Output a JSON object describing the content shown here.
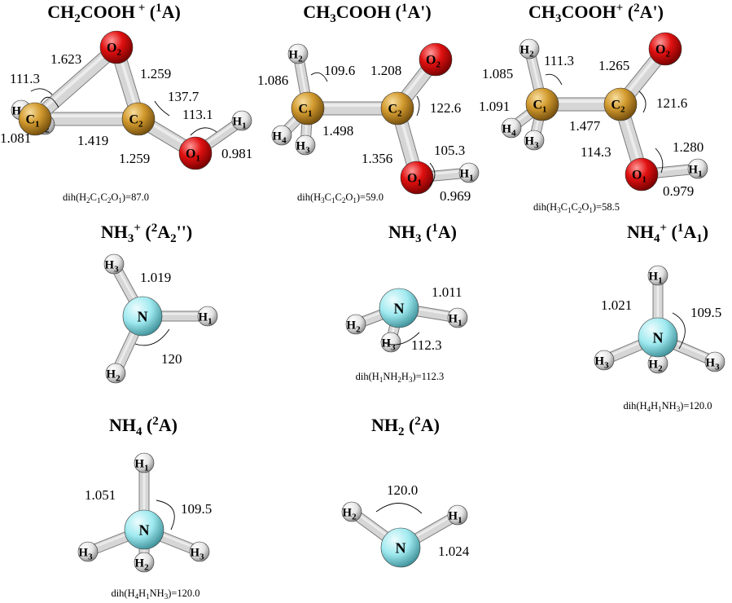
{
  "colors": {
    "carbon": "#d29a2e",
    "oxygen": "#e01010",
    "hydrogen": "#e4e4e4",
    "nitrogen": "#9feaf0",
    "bond": "#d6d6d6"
  },
  "molecules": [
    {
      "id": "ch2cooh-cation",
      "title": [
        [
          "CH",
          ""
        ],
        [
          "2",
          "sub"
        ],
        [
          "COOH",
          ""
        ],
        [
          " +",
          "sup"
        ],
        [
          " (",
          ""
        ],
        [
          "1",
          "sup"
        ],
        [
          "A)",
          ""
        ]
      ],
      "atoms": [
        {
          "el": "C",
          "label": "C",
          "sub": "1"
        },
        {
          "el": "C",
          "label": "C",
          "sub": "2"
        },
        {
          "el": "O",
          "label": "O",
          "sub": "2"
        },
        {
          "el": "O",
          "label": "O",
          "sub": "1"
        },
        {
          "el": "H",
          "label": "H",
          "sub": "1"
        },
        {
          "el": "H",
          "label": "H",
          "sub": "2"
        },
        {
          "el": "H",
          "label": "H",
          "sub": "3"
        }
      ],
      "bonds": [
        [
          0,
          1
        ],
        [
          0,
          2
        ],
        [
          1,
          2
        ],
        [
          1,
          3
        ],
        [
          3,
          4
        ],
        [
          0,
          5
        ],
        [
          0,
          6
        ]
      ],
      "values": [
        "1.623",
        "111.3",
        "1.081",
        "1.419",
        "1.259",
        "137.7",
        "113.1",
        "1.259",
        "0.981"
      ],
      "dihedral": {
        "prefix": "dih(H",
        "parts": [
          [
            "2",
            1
          ],
          [
            "C",
            0
          ],
          [
            "1",
            1
          ],
          [
            "C",
            0
          ],
          [
            "2",
            1
          ],
          [
            "O",
            0
          ],
          [
            "1",
            1
          ]
        ],
        "value": ")=87.0"
      }
    },
    {
      "id": "ch3cooh-neutral",
      "title": [
        [
          "CH",
          ""
        ],
        [
          "3",
          "sub"
        ],
        [
          "COOH (",
          ""
        ],
        [
          "1",
          "sup"
        ],
        [
          "A')",
          ""
        ]
      ],
      "atoms": [
        {
          "el": "C",
          "label": "C",
          "sub": "1"
        },
        {
          "el": "C",
          "label": "C",
          "sub": "2"
        },
        {
          "el": "O",
          "label": "O",
          "sub": "2"
        },
        {
          "el": "O",
          "label": "O",
          "sub": "1"
        },
        {
          "el": "H",
          "label": "H",
          "sub": "1"
        },
        {
          "el": "H",
          "label": "H",
          "sub": "2"
        },
        {
          "el": "H",
          "label": "H",
          "sub": "4"
        },
        {
          "el": "H",
          "label": "H",
          "sub": "3"
        }
      ],
      "bonds": [
        [
          0,
          1
        ],
        [
          1,
          2
        ],
        [
          1,
          3
        ],
        [
          3,
          4
        ],
        [
          0,
          5
        ],
        [
          0,
          6
        ],
        [
          0,
          7
        ]
      ],
      "values": [
        "1.086",
        "109.6",
        "1.208",
        "122.6",
        "1.498",
        "1.356",
        "105.3",
        "0.969"
      ],
      "dihedral": {
        "prefix": "dih(H",
        "parts": [
          [
            "3",
            1
          ],
          [
            "C",
            0
          ],
          [
            "1",
            1
          ],
          [
            "C",
            0
          ],
          [
            "2",
            1
          ],
          [
            "O",
            0
          ],
          [
            "1",
            1
          ]
        ],
        "value": ")=59.0"
      }
    },
    {
      "id": "ch3cooh-cation",
      "title": [
        [
          "CH",
          ""
        ],
        [
          "3",
          "sub"
        ],
        [
          "COOH",
          ""
        ],
        [
          "+",
          "sup"
        ],
        [
          " (",
          ""
        ],
        [
          "2",
          "sup"
        ],
        [
          "A')",
          ""
        ]
      ],
      "atoms": [
        {
          "el": "C",
          "label": "C",
          "sub": "1"
        },
        {
          "el": "C",
          "label": "C",
          "sub": "2"
        },
        {
          "el": "O",
          "label": "O",
          "sub": "2"
        },
        {
          "el": "O",
          "label": "O",
          "sub": "1"
        },
        {
          "el": "H",
          "label": "H",
          "sub": "1"
        },
        {
          "el": "H",
          "label": "H",
          "sub": "2"
        },
        {
          "el": "H",
          "label": "H",
          "sub": "4"
        },
        {
          "el": "H",
          "label": "H",
          "sub": "3"
        }
      ],
      "bonds": [
        [
          0,
          1
        ],
        [
          1,
          2
        ],
        [
          1,
          3
        ],
        [
          3,
          4
        ],
        [
          0,
          5
        ],
        [
          0,
          6
        ],
        [
          0,
          7
        ]
      ],
      "values": [
        "1.085",
        "111.3",
        "1.265",
        "1.091",
        "121.6",
        "1.477",
        "114.3",
        "1.280",
        "0.979"
      ],
      "dihedral": {
        "prefix": "dih(H",
        "parts": [
          [
            "3",
            1
          ],
          [
            "C",
            0
          ],
          [
            "1",
            1
          ],
          [
            "C",
            0
          ],
          [
            "2",
            1
          ],
          [
            "O",
            0
          ],
          [
            "1",
            1
          ]
        ],
        "value": ")=58.5"
      }
    },
    {
      "id": "nh3-cation",
      "title": [
        [
          "NH",
          ""
        ],
        [
          "3",
          "sub"
        ],
        [
          "+",
          "sup"
        ],
        [
          " (",
          ""
        ],
        [
          "2",
          "sup"
        ],
        [
          "A",
          ""
        ],
        [
          "2",
          "sub"
        ],
        [
          "'')",
          ""
        ]
      ],
      "atoms": [
        {
          "el": "N",
          "label": "N",
          "sub": ""
        },
        {
          "el": "H",
          "label": "H",
          "sub": "3"
        },
        {
          "el": "H",
          "label": "H",
          "sub": "1"
        },
        {
          "el": "H",
          "label": "H",
          "sub": "2"
        }
      ],
      "bonds": [
        [
          0,
          1
        ],
        [
          0,
          2
        ],
        [
          0,
          3
        ]
      ],
      "values": [
        "1.019",
        "120"
      ],
      "dihedral": null
    },
    {
      "id": "nh3-neutral",
      "title": [
        [
          "NH",
          ""
        ],
        [
          "3",
          "sub"
        ],
        [
          " (",
          ""
        ],
        [
          "1",
          "sup"
        ],
        [
          "A)",
          ""
        ]
      ],
      "atoms": [
        {
          "el": "N",
          "label": "N",
          "sub": ""
        },
        {
          "el": "H",
          "label": "H",
          "sub": "2"
        },
        {
          "el": "H",
          "label": "H",
          "sub": "1"
        },
        {
          "el": "H",
          "label": "H",
          "sub": "3"
        }
      ],
      "bonds": [
        [
          0,
          1
        ],
        [
          0,
          2
        ],
        [
          0,
          3
        ]
      ],
      "values": [
        "1.011",
        "112.3"
      ],
      "dihedral": {
        "prefix": "dih(H",
        "parts": [
          [
            "1",
            1
          ],
          [
            "NH",
            0
          ],
          [
            "2",
            1
          ],
          [
            "H",
            0
          ],
          [
            "3",
            1
          ]
        ],
        "value": ")=112.3"
      }
    },
    {
      "id": "nh4-cation",
      "title": [
        [
          "NH",
          ""
        ],
        [
          "4",
          "sub"
        ],
        [
          "+",
          "sup"
        ],
        [
          " (",
          ""
        ],
        [
          "1",
          "sup"
        ],
        [
          "A",
          ""
        ],
        [
          "1",
          "sub"
        ],
        [
          ")",
          ""
        ]
      ],
      "atoms": [
        {
          "el": "N",
          "label": "N",
          "sub": ""
        },
        {
          "el": "H",
          "label": "H",
          "sub": "1"
        },
        {
          "el": "H",
          "label": "H",
          "sub": "3"
        },
        {
          "el": "H",
          "label": "H",
          "sub": "3"
        },
        {
          "el": "H",
          "label": "H",
          "sub": "2"
        }
      ],
      "bonds": [
        [
          0,
          1
        ],
        [
          0,
          2
        ],
        [
          0,
          3
        ],
        [
          0,
          4
        ]
      ],
      "values": [
        "1.021",
        "109.5"
      ],
      "dihedral": {
        "prefix": "dih(H",
        "parts": [
          [
            "4",
            1
          ],
          [
            "H",
            0
          ],
          [
            "1",
            1
          ],
          [
            "NH",
            0
          ],
          [
            "3",
            1
          ]
        ],
        "value": ")=120.0"
      }
    },
    {
      "id": "nh4-radical",
      "title": [
        [
          "NH",
          ""
        ],
        [
          "4",
          "sub"
        ],
        [
          " (",
          ""
        ],
        [
          "2",
          "sup"
        ],
        [
          "A)",
          ""
        ]
      ],
      "atoms": [
        {
          "el": "N",
          "label": "N",
          "sub": ""
        },
        {
          "el": "H",
          "label": "H",
          "sub": "1"
        },
        {
          "el": "H",
          "label": "H",
          "sub": "3"
        },
        {
          "el": "H",
          "label": "H",
          "sub": "3"
        },
        {
          "el": "H",
          "label": "H",
          "sub": "2"
        }
      ],
      "bonds": [
        [
          0,
          1
        ],
        [
          0,
          2
        ],
        [
          0,
          3
        ],
        [
          0,
          4
        ]
      ],
      "values": [
        "1.051",
        "109.5"
      ],
      "dihedral": {
        "prefix": "dih(H",
        "parts": [
          [
            "4",
            1
          ],
          [
            "H",
            0
          ],
          [
            "1",
            1
          ],
          [
            "NH",
            0
          ],
          [
            "3",
            1
          ]
        ],
        "value": ")=120.0"
      }
    },
    {
      "id": "nh2-radical",
      "title": [
        [
          "NH",
          ""
        ],
        [
          "2",
          "sub"
        ],
        [
          " (",
          ""
        ],
        [
          "2",
          "sup"
        ],
        [
          "A)",
          ""
        ]
      ],
      "atoms": [
        {
          "el": "N",
          "label": "N",
          "sub": ""
        },
        {
          "el": "H",
          "label": "H",
          "sub": "2"
        },
        {
          "el": "H",
          "label": "H",
          "sub": "1"
        }
      ],
      "bonds": [
        [
          0,
          1
        ],
        [
          0,
          2
        ]
      ],
      "values": [
        "120.0",
        "1.024"
      ],
      "dihedral": null
    }
  ]
}
